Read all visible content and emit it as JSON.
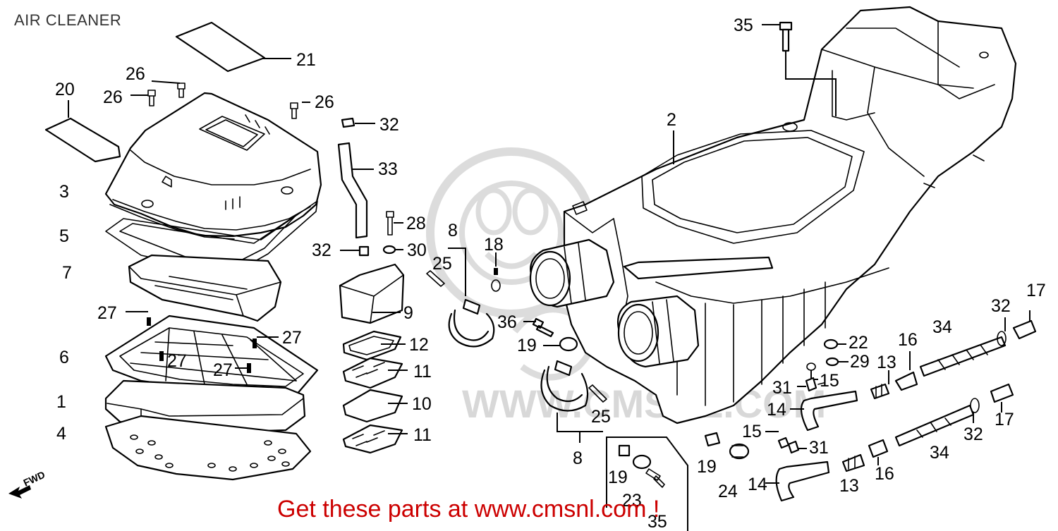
{
  "header": {
    "title": "AIR CLEANER"
  },
  "footer": {
    "promo": "Get these parts at www.cmsnl.com !"
  },
  "watermark": {
    "text": "WWW.CMSNL.COM"
  },
  "direction_marker": {
    "label": "FWD"
  },
  "callouts": {
    "p1": "1",
    "p2": "2",
    "p3": "3",
    "p4": "4",
    "p5": "5",
    "p6": "6",
    "p7": "7",
    "p8a": "8",
    "p8b": "8",
    "p9": "9",
    "p10": "10",
    "p11a": "11",
    "p11b": "11",
    "p12": "12",
    "p13a": "13",
    "p13b": "13",
    "p14a": "14",
    "p14b": "14",
    "p15a": "15",
    "p15b": "15",
    "p16a": "16",
    "p16b": "16",
    "p17a": "17",
    "p17b": "17",
    "p18": "18",
    "p19a": "19",
    "p19b": "19",
    "p19c": "19",
    "p20": "20",
    "p21": "21",
    "p22": "22",
    "p23": "23",
    "p24": "24",
    "p25a": "25",
    "p25b": "25",
    "p26a": "26",
    "p26b": "26",
    "p26c": "26",
    "p27a": "27",
    "p27b": "27",
    "p27c": "27",
    "p27d": "27",
    "p28": "28",
    "p29": "29",
    "p30": "30",
    "p31a": "31",
    "p31b": "31",
    "p32a": "32",
    "p32b": "32",
    "p32c": "32",
    "p32d": "32",
    "p33": "33",
    "p34a": "34",
    "p34b": "34",
    "p35a": "35",
    "p35b": "35",
    "p36": "36"
  }
}
